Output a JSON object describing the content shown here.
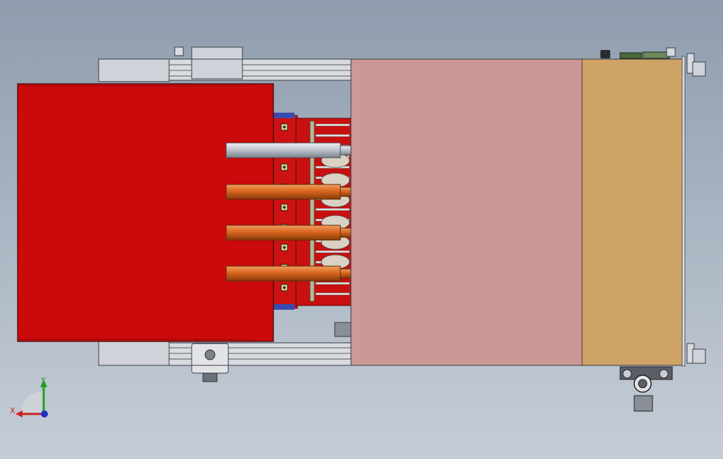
{
  "viewport": {
    "background_top": "#8e9cad",
    "background_bottom": "#c5cdd7"
  },
  "model": {
    "components": [
      {
        "name": "red-housing",
        "color": "#cc0a0c"
      },
      {
        "name": "pink-cover-block",
        "color": "#cb9895"
      },
      {
        "name": "tan-end-block",
        "color": "#cfa265"
      },
      {
        "name": "steel-rod",
        "color": "#b9bfc9"
      },
      {
        "name": "copper-rod",
        "color": "#d9661e"
      },
      {
        "name": "frame-rail",
        "color": "#d6d9de"
      }
    ]
  },
  "triad": {
    "x_label": "X",
    "y_label": "Y",
    "x_color": "#cc2222",
    "y_color": "#20a020",
    "z_color": "#2030c0"
  }
}
